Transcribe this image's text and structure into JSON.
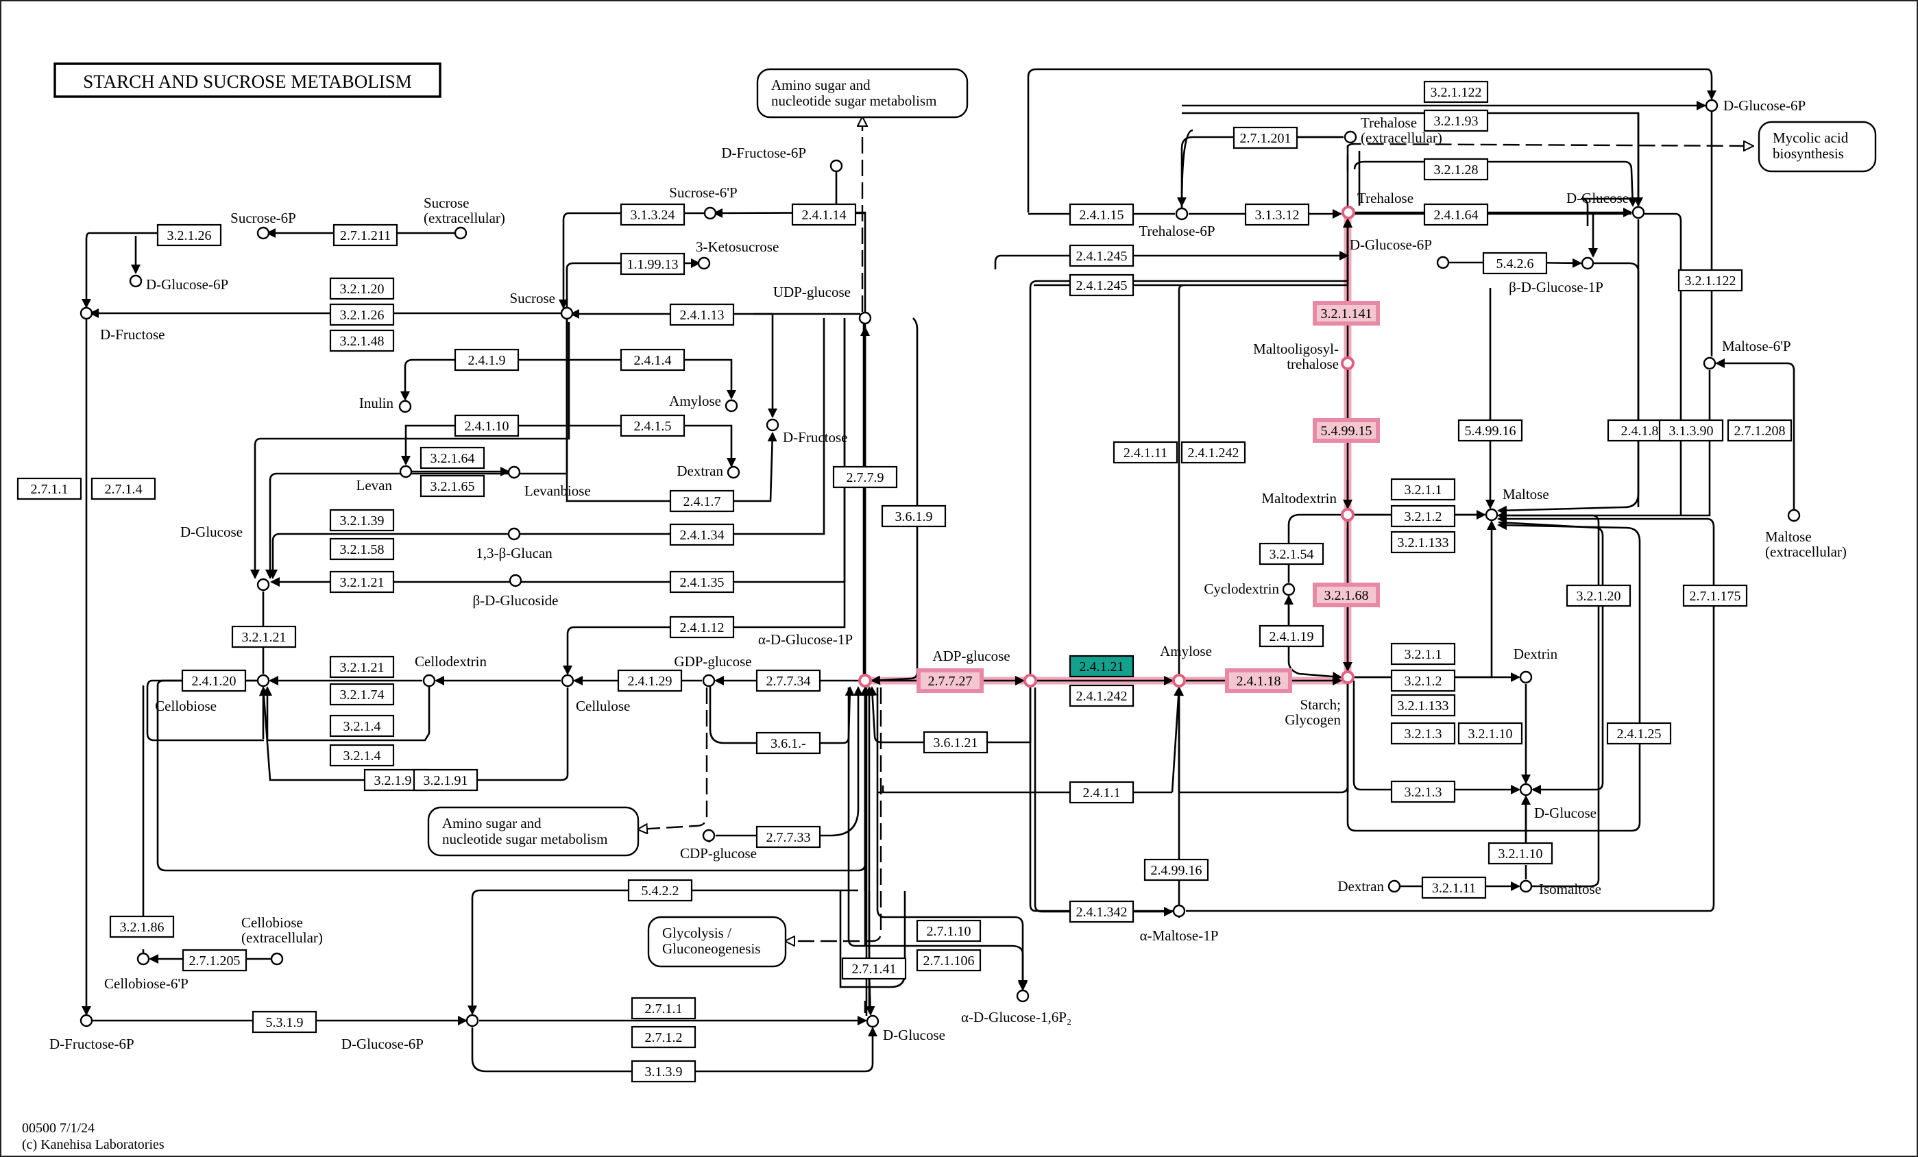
{
  "title": "STARCH AND SUCROSE METABOLISM",
  "footer": [
    "00500 7/1/24",
    "(c) Kanehisa Laboratories"
  ],
  "colors": {
    "highlight": "#f4c6d2",
    "highlight_stroke": "#e88aa6",
    "teal": "#13a08c"
  },
  "enzymes": [
    {
      "t": "3.2.1.26"
    },
    {
      "t": "2.7.1.211"
    },
    {
      "t": "3.1.3.24"
    },
    {
      "t": "2.4.1.14"
    },
    {
      "t": "1.1.99.13"
    },
    {
      "t": "3.2.1.20"
    },
    {
      "t": "3.2.1.26"
    },
    {
      "t": "3.2.1.48"
    },
    {
      "t": "2.4.1.13"
    },
    {
      "t": "2.4.1.9"
    },
    {
      "t": "2.4.1.4"
    },
    {
      "t": "2.4.1.10"
    },
    {
      "t": "2.4.1.5"
    },
    {
      "t": "3.2.1.64"
    },
    {
      "t": "3.2.1.65"
    },
    {
      "t": "2.7.1.1"
    },
    {
      "t": "2.7.1.4"
    },
    {
      "t": "3.2.1.39"
    },
    {
      "t": "3.2.1.58"
    },
    {
      "t": "2.4.1.34"
    },
    {
      "t": "2.4.1.7"
    },
    {
      "t": "3.2.1.21"
    },
    {
      "t": "2.4.1.35"
    },
    {
      "t": "3.2.1.21"
    },
    {
      "t": "2.4.1.12"
    },
    {
      "t": "3.2.1.21"
    },
    {
      "t": "3.2.1.74"
    },
    {
      "t": "3.2.1.4"
    },
    {
      "t": "3.2.1.4"
    },
    {
      "t": "3.2.1.91"
    },
    {
      "t": "2.4.1.20"
    },
    {
      "t": "2.4.1.29"
    },
    {
      "t": "2.7.7.34"
    },
    {
      "t": "3.6.1.-"
    },
    {
      "t": "3.2.1.91"
    },
    {
      "t": "2.7.7.9"
    },
    {
      "t": "3.6.1.9"
    },
    {
      "t": "2.7.7.33"
    },
    {
      "t": "5.4.2.2"
    },
    {
      "t": "3.2.1.86"
    },
    {
      "t": "2.7.1.205"
    },
    {
      "t": "5.3.1.9"
    },
    {
      "t": "2.7.1.1"
    },
    {
      "t": "2.7.1.2"
    },
    {
      "t": "3.1.3.9"
    },
    {
      "t": "2.7.1.41"
    },
    {
      "t": "2.7.1.10"
    },
    {
      "t": "2.7.1.106"
    },
    {
      "t": "2.7.7.27",
      "hl": true
    },
    {
      "t": "2.4.1.21",
      "teal": true
    },
    {
      "t": "2.4.1.242"
    },
    {
      "t": "3.6.1.21"
    },
    {
      "t": "2.4.1.1"
    },
    {
      "t": "2.4.1.342"
    },
    {
      "t": "2.4.99.16"
    },
    {
      "t": "2.4.1.18",
      "hl": true
    },
    {
      "t": "2.4.1.15"
    },
    {
      "t": "2.4.1.245"
    },
    {
      "t": "2.4.1.245"
    },
    {
      "t": "2.7.1.201"
    },
    {
      "t": "3.1.3.12"
    },
    {
      "t": "3.2.1.122"
    },
    {
      "t": "3.2.1.93"
    },
    {
      "t": "3.2.1.28"
    },
    {
      "t": "2.4.1.64"
    },
    {
      "t": "5.4.2.6"
    },
    {
      "t": "3.2.1.141",
      "hl": true
    },
    {
      "t": "5.4.99.15",
      "hl": true
    },
    {
      "t": "2.4.1.11"
    },
    {
      "t": "2.4.1.242"
    },
    {
      "t": "5.4.99.16"
    },
    {
      "t": "3.2.1.1"
    },
    {
      "t": "3.2.1.2"
    },
    {
      "t": "3.2.1.133"
    },
    {
      "t": "3.2.1.54"
    },
    {
      "t": "3.2.1.68",
      "hl": true
    },
    {
      "t": "2.4.1.19"
    },
    {
      "t": "3.2.1.1"
    },
    {
      "t": "3.2.1.2"
    },
    {
      "t": "3.2.1.133"
    },
    {
      "t": "3.2.1.3"
    },
    {
      "t": "3.2.1.10"
    },
    {
      "t": "3.2.1.3"
    },
    {
      "t": "3.2.1.20"
    },
    {
      "t": "2.4.1.25"
    },
    {
      "t": "3.2.1.10"
    },
    {
      "t": "3.2.1.11"
    },
    {
      "t": "3.2.1.122"
    },
    {
      "t": "2.4.1.8"
    },
    {
      "t": "3.1.3.90"
    },
    {
      "t": "2.7.1.208"
    },
    {
      "t": "2.7.1.175"
    }
  ],
  "compounds": [
    {
      "t": [
        "Sucrose-6P"
      ]
    },
    {
      "t": [
        "Sucrose",
        "(extracellular)"
      ]
    },
    {
      "t": [
        "D-Glucose-6P"
      ]
    },
    {
      "t": [
        "D-Fructose"
      ]
    },
    {
      "t": [
        "Sucrose-6'P"
      ]
    },
    {
      "t": [
        "D-Fructose-6P"
      ]
    },
    {
      "t": [
        "3-Ketosucrose"
      ]
    },
    {
      "t": [
        "Sucrose"
      ]
    },
    {
      "t": [
        "UDP-glucose"
      ]
    },
    {
      "t": [
        "Inulin"
      ]
    },
    {
      "t": [
        "Amylose"
      ]
    },
    {
      "t": [
        "D-Fructose"
      ]
    },
    {
      "t": [
        "Levan"
      ]
    },
    {
      "t": [
        "Levanbiose"
      ]
    },
    {
      "t": [
        "Dextran"
      ]
    },
    {
      "t": [
        "1,3-β-Glucan"
      ]
    },
    {
      "t": [
        "D-Glucose"
      ]
    },
    {
      "t": [
        "β-D-Glucoside"
      ]
    },
    {
      "t": [
        "Cellodextrin"
      ]
    },
    {
      "t": [
        "GDP-glucose"
      ]
    },
    {
      "t": [
        "α-D-Glucose-1P"
      ]
    },
    {
      "t": [
        "Cellobiose"
      ]
    },
    {
      "t": [
        "Cellulose"
      ]
    },
    {
      "t": [
        "CDP-glucose"
      ]
    },
    {
      "t": [
        "Cellobiose",
        "(extracellular)"
      ]
    },
    {
      "t": [
        "Cellobiose-6'P"
      ]
    },
    {
      "t": [
        "D-Fructose-6P"
      ]
    },
    {
      "t": [
        "D-Glucose-6P"
      ]
    },
    {
      "t": [
        "D-Glucose"
      ]
    },
    {
      "t": [
        "α-D-Glucose-1,6P₂"
      ]
    },
    {
      "t": [
        "ADP-glucose"
      ]
    },
    {
      "t": [
        "Amylose"
      ]
    },
    {
      "t": [
        "α-Maltose-1P"
      ]
    },
    {
      "t": [
        "Dextran"
      ]
    },
    {
      "t": [
        "Isomaltose"
      ]
    },
    {
      "t": [
        "D-Glucose"
      ]
    },
    {
      "t": [
        "Starch;",
        "Glycogen"
      ]
    },
    {
      "t": [
        "Dextrin"
      ]
    },
    {
      "t": [
        "Cyclodextrin"
      ]
    },
    {
      "t": [
        "Maltodextrin"
      ]
    },
    {
      "t": [
        "Maltose"
      ]
    },
    {
      "t": [
        "Maltooligosyl-",
        "trehalose"
      ]
    },
    {
      "t": [
        "Trehalose"
      ]
    },
    {
      "t": [
        "Trehalose-6P"
      ]
    },
    {
      "t": [
        "D-Glucose"
      ]
    },
    {
      "t": [
        "Trehalose",
        "(extracellular)"
      ]
    },
    {
      "t": [
        "D-Glucose-6P"
      ]
    },
    {
      "t": [
        "D-Glucose-6P"
      ]
    },
    {
      "t": [
        "β-D-Glucose-1P"
      ]
    },
    {
      "t": [
        "Maltose-6'P"
      ]
    },
    {
      "t": [
        "Maltose",
        "(extracellular)"
      ]
    }
  ],
  "pathways": [
    {
      "t": [
        "Amino sugar and",
        "nucleotide sugar metabolism"
      ]
    },
    {
      "t": [
        "Amino sugar and",
        "nucleotide sugar metabolism"
      ]
    },
    {
      "t": [
        "Glycolysis /",
        "Gluconeogenesis"
      ]
    },
    {
      "t": [
        "Mycolic acid",
        "biosynthesis"
      ]
    }
  ]
}
